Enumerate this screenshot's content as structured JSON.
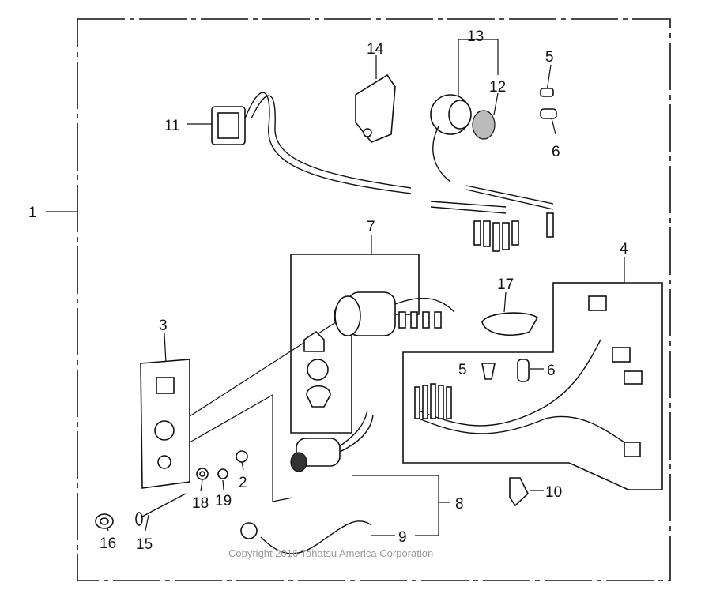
{
  "diagram": {
    "callouts": {
      "c1": "1",
      "c2": "2",
      "c3": "3",
      "c4": "4",
      "c5a": "5",
      "c5b": "5",
      "c6a": "6",
      "c6b": "6",
      "c7": "7",
      "c8": "8",
      "c9": "9",
      "c10": "10",
      "c11": "11",
      "c12": "12",
      "c13": "13",
      "c14": "14",
      "c15": "15",
      "c16": "16",
      "c17": "17",
      "c18": "18",
      "c19": "19"
    },
    "copyright": "Copyright 2016 Tohatsu America Corporation"
  }
}
